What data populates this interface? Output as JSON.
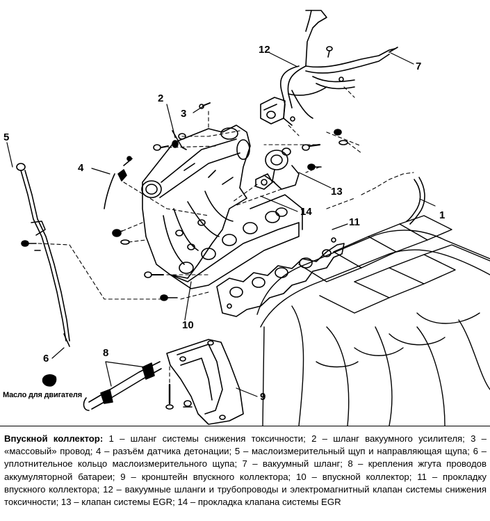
{
  "callouts": {
    "c1": "1",
    "c2": "2",
    "c3": "3",
    "c4": "4",
    "c5": "5",
    "c6": "6",
    "c7": "7",
    "c8": "8",
    "c9": "9",
    "c10": "10",
    "c11": "11",
    "c12": "12",
    "c13": "13",
    "c14": "14"
  },
  "oil_label": "Масло для двигателя",
  "caption": {
    "title": "Впускной коллектор:",
    "text": " 1 – шланг системы снижения токсичности; 2 – шланг вакуумного усилителя; 3 – «массовый» провод; 4 – разъём датчика детонации; 5 – маслоизмерительный щуп и направляющая щупа; 6 – уплотнительное кольцо маслоизмерительного щупа; 7 – вакуумный шланг; 8 – крепления жгута проводов аккумуляторной батареи; 9 – кронштейн впускного коллектора; 10 – впускной коллектор; 11 – прокладку впускного коллектора; 12 – вакуумные шланги и трубопроводы и электромагнитный клапан системы снижения токсичности; 13 – клапан системы EGR; 14 – прокладка клапана системы EGR"
  }
}
